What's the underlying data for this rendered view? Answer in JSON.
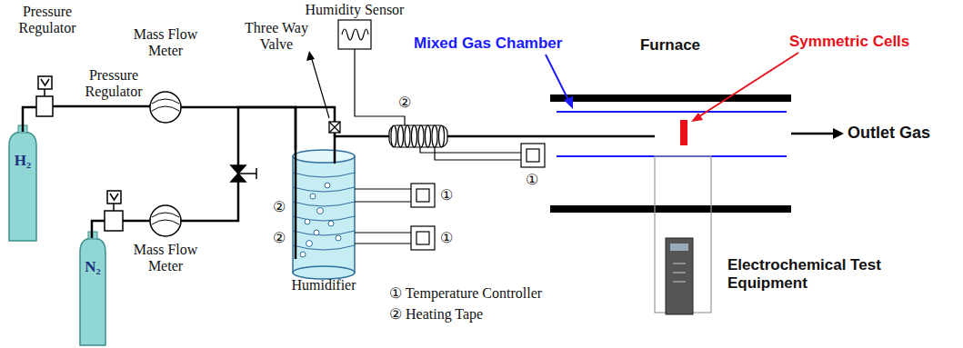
{
  "diagram": {
    "nodes": [
      {
        "text": [
          "Pressure Regulator"
        ]
      },
      {
        "text": [
          "H₂"
        ]
      },
      {
        "text": [
          "Mass Flow Meter"
        ]
      },
      {
        "text": [
          "Pressure Regulator"
        ]
      },
      {
        "text": [
          "N₂"
        ]
      },
      {
        "text": [
          "Mass Flow Meter"
        ]
      },
      {
        "text": [
          "Humidity Sensor"
        ]
      },
      {
        "text": [
          "Humidifier"
        ]
      },
      {
        "text": [
          "Furnace"
        ]
      }
    ],
    "edges": [
      {
        "from": 1,
        "to": 0,
        "arrow": "none"
      },
      {
        "from": 0,
        "to": 2,
        "arrow": "none"
      },
      {
        "from": 2,
        "to": 7,
        "arrow": "none"
      },
      {
        "from": 4,
        "to": 3,
        "arrow": "none"
      },
      {
        "from": 3,
        "to": 5,
        "arrow": "none"
      },
      {
        "from": 5,
        "to": 7,
        "arrow": "none"
      },
      {
        "from": 7,
        "to": 8,
        "arrow": "none"
      }
    ],
    "labels": [
      "Three Way Valve",
      "Mixed Gas Chamber",
      "Symmetric Cells",
      "Outlet Gas",
      "Electrochemical Test Equipment",
      "①",
      "①",
      "①",
      "②",
      "②",
      "②",
      "① Temperature Controller",
      "② Heating Tape"
    ]
  }
}
